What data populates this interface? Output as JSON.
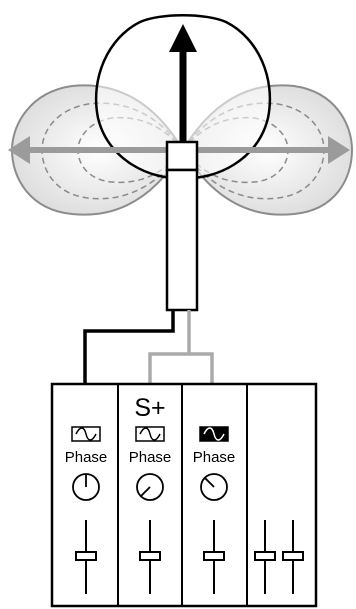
{
  "channels": [
    {
      "heading": "",
      "phase_label": "Phase",
      "wave_inverted": false,
      "knob_angle": 0
    },
    {
      "heading": "S+",
      "phase_label": "Phase",
      "wave_inverted": false,
      "knob_angle": -135
    },
    {
      "heading": "",
      "phase_label": "Phase",
      "wave_inverted": true,
      "knob_angle": -45
    },
    {
      "heading": "",
      "phase_label": "",
      "wave_inverted": false,
      "knob_angle": null
    }
  ],
  "colors": {
    "line": "#000000",
    "gray_arrow": "#9b9b9b",
    "gray_cable": "#aaaaaa",
    "figure8_fill": "#e8e8e8",
    "dashed": "#888888",
    "background": "#ffffff"
  }
}
